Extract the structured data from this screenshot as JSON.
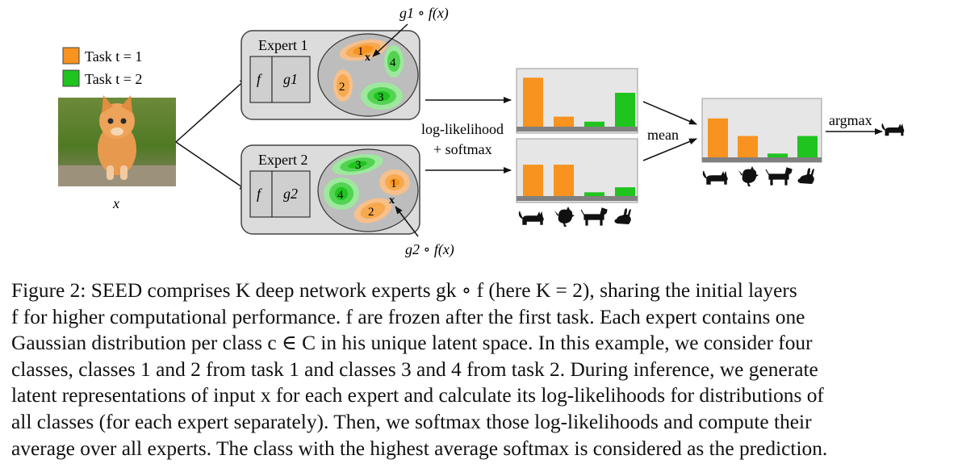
{
  "legend": {
    "items": [
      {
        "label": "Task t = 1",
        "color": "#f7931e"
      },
      {
        "label": "Task t = 2",
        "color": "#1fc41f"
      }
    ]
  },
  "input": {
    "label": "x",
    "image_icon": "kitten-photo"
  },
  "experts": [
    {
      "title": "Expert 1",
      "shared": "f",
      "head": "g1",
      "projection": "g1 ∘ f(x)",
      "classes": [
        "1",
        "2",
        "3",
        "4"
      ]
    },
    {
      "title": "Expert 2",
      "shared": "f",
      "head": "g2",
      "projection": "g2 ∘ f(x)",
      "classes": [
        "1",
        "2",
        "3",
        "4"
      ]
    }
  ],
  "labels": {
    "loglik": "log-likelihood",
    "softmax": "+ softmax",
    "mean": "mean",
    "argmax": "argmax"
  },
  "animal_icons": [
    "cat-icon",
    "hen-icon",
    "dog-icon",
    "rabbit-icon"
  ],
  "colors": {
    "task1": "#f7931e",
    "task2": "#1fc41f",
    "panel": "#e6e6e6",
    "base": "#808080"
  },
  "chart_data": [
    {
      "type": "bar",
      "categories": [
        "1",
        "2",
        "3",
        "4"
      ],
      "values": [
        0.39,
        0.08,
        0.04,
        0.27
      ],
      "colors": [
        "#f7931e",
        "#f7931e",
        "#1fc41f",
        "#1fc41f"
      ]
    },
    {
      "type": "bar",
      "categories": [
        "1",
        "2",
        "3",
        "4"
      ],
      "values": [
        0.25,
        0.25,
        0.03,
        0.07
      ],
      "colors": [
        "#f7931e",
        "#f7931e",
        "#1fc41f",
        "#1fc41f"
      ]
    },
    {
      "type": "bar",
      "categories": [
        "1",
        "2",
        "3",
        "4"
      ],
      "values": [
        0.31,
        0.17,
        0.03,
        0.17
      ],
      "colors": [
        "#f7931e",
        "#f7931e",
        "#1fc41f",
        "#1fc41f"
      ]
    }
  ],
  "caption": {
    "lines": [
      "Figure 2: SEED comprises K deep network experts gk ∘ f (here K = 2), sharing the initial layers",
      "f for higher computational performance. f are frozen after the first task. Each expert contains one",
      "Gaussian distribution per class c ∈ C in his unique latent space. In this example, we consider four",
      "classes, classes 1 and 2 from task 1 and classes 3 and 4 from task 2. During inference, we generate",
      "latent representations of input x for each expert and calculate its log-likelihoods for distributions of",
      "all classes (for each expert separately). Then, we softmax those log-likelihoods and compute their",
      "average over all experts. The class with the highest average softmax is considered as the prediction."
    ]
  }
}
